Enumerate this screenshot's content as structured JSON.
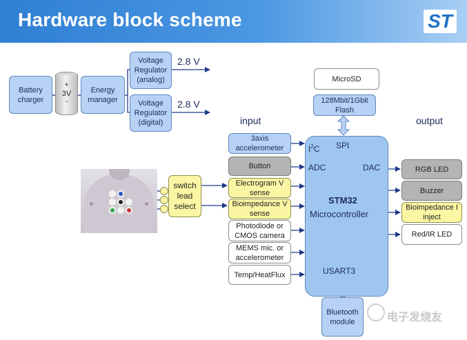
{
  "header": {
    "title": "Hardware block scheme",
    "logo": "ST"
  },
  "power": {
    "battery_charger": "Battery charger",
    "battery": {
      "plus": "+",
      "voltage": "3V",
      "minus": "-"
    },
    "energy_manager": "Energy manager",
    "reg_analog": "Voltage Regulator (analog)",
    "reg_digital": "Voltage Regulator (digital)",
    "volt_analog": "2.8 V",
    "volt_digital": "2.8 V"
  },
  "labels": {
    "input": "input",
    "output": "output"
  },
  "storage": {
    "microsd": "MicroSD",
    "flash": "128Mbit/1Gbit Flash"
  },
  "inputs": {
    "accelerometer": "3axis accelerometer",
    "button": "Button",
    "electrogram": "Electrogram V sense",
    "bioimpedance": "Bioimpedance V sense",
    "photodiode": "Photodiode or CMOS camera",
    "mems": "MEMS mic. or accelerometer",
    "temp": "Temp/HeatFlux"
  },
  "switch": {
    "label": "switch lead select"
  },
  "mcu": {
    "spi": "SPI",
    "i2c_prefix": "I",
    "i2c_sup": "2",
    "i2c_suffix": "C",
    "adc": "ADC",
    "dac": "DAC",
    "name": "STM32",
    "subtitle": "Microcontroller",
    "usart": "USART3"
  },
  "outputs": {
    "rgb_led": "RGB LED",
    "buzzer": "Buzzer",
    "bio_inject": "Bioimpedance I inject",
    "red_ir_led": "Red/IR LED"
  },
  "bluetooth": "Bluetooth module",
  "watermark": "电子发烧友"
}
